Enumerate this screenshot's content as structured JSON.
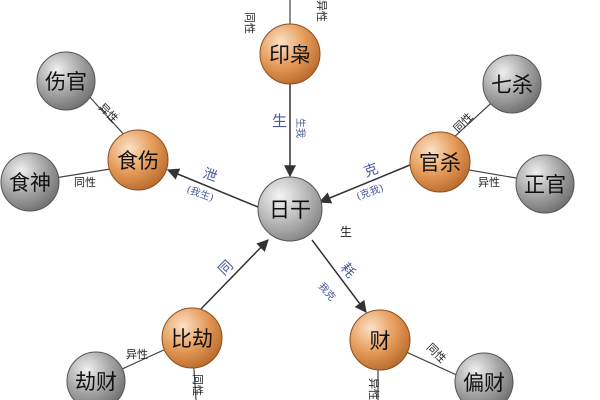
{
  "center": {
    "label": "日干"
  },
  "groups": {
    "yin": {
      "label": "印枭",
      "same": "同性",
      "diff": "异性"
    },
    "shishang": {
      "label": "食伤",
      "child_a": "伤官",
      "child_b": "食神",
      "diff": "异性",
      "same": "同性"
    },
    "guansha": {
      "label": "官杀",
      "child_a": "七杀",
      "child_b": "正官",
      "same": "同性",
      "diff": "异性"
    },
    "bijie": {
      "label": "比劫",
      "child_a": "劫财",
      "diff": "异性",
      "same": "同性"
    },
    "cai": {
      "label": "财",
      "child_b": "偏财",
      "same": "同性",
      "diff": "异性"
    }
  },
  "arrows": {
    "yin_to_center": {
      "main": "生",
      "sub": "生我"
    },
    "center_to_shishang": {
      "main": "泄",
      "sub": "(我生)"
    },
    "guansha_to_center": {
      "main": "克",
      "sub": "(克我)"
    },
    "bijie_to_center": {
      "main": "同"
    },
    "center_to_cai": {
      "main": "耗",
      "sub": "我克"
    },
    "center_side": {
      "main": "生"
    }
  },
  "colors": {
    "orange_node": "#d98a45",
    "gray_node": "#8f8f8f",
    "center_node": "#9a9a9a",
    "line": "#444444",
    "blue_text": "#4a5a9a"
  }
}
